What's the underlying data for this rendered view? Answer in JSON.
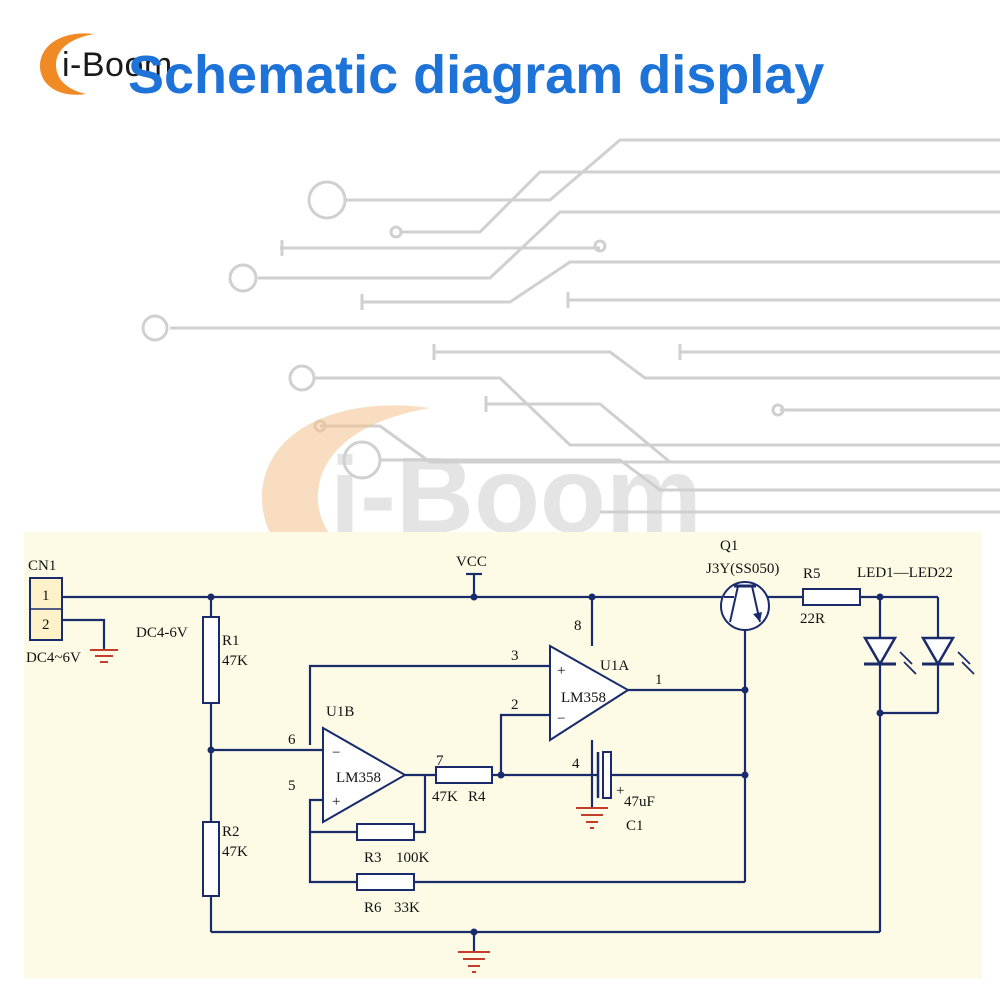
{
  "brand": {
    "name": "i-Boom",
    "color": "#f08a24"
  },
  "title": "Schematic diagram display",
  "watermark": "i-Boom",
  "colors": {
    "title": "#1e73d8",
    "panel": "#fdfbe6",
    "wire": "#1a2b6b",
    "deco": "#d0d0d0"
  },
  "schematic": {
    "connector": {
      "ref": "CN1",
      "pin1": "1",
      "pin2": "2",
      "label": "DC4~6V"
    },
    "supply_label": "DC4-6V",
    "vcc": "VCC",
    "r1": {
      "ref": "R1",
      "value": "47K"
    },
    "r2": {
      "ref": "R2",
      "value": "47K"
    },
    "r3": {
      "ref": "R3",
      "value": "100K"
    },
    "r4": {
      "ref": "R4",
      "value": "47K"
    },
    "r5": {
      "ref": "R5",
      "value": "22R"
    },
    "r6": {
      "ref": "R6",
      "value": "33K"
    },
    "c1": {
      "ref": "C1",
      "value": "47uF",
      "pin": "4",
      "plus": "+"
    },
    "u1a": {
      "ref": "U1A",
      "part": "LM358",
      "pin_plus": "3",
      "pin_minus": "2",
      "pin_out": "1",
      "pin_vcc": "8",
      "plus": "+",
      "minus": "−"
    },
    "u1b": {
      "ref": "U1B",
      "part": "LM358",
      "pin_minus": "6",
      "pin_plus": "5",
      "pin_out": "7",
      "plus": "+",
      "minus": "−"
    },
    "q1": {
      "ref": "Q1",
      "part": "J3Y(SS050)"
    },
    "led": {
      "label": "LED1—LED22"
    }
  }
}
